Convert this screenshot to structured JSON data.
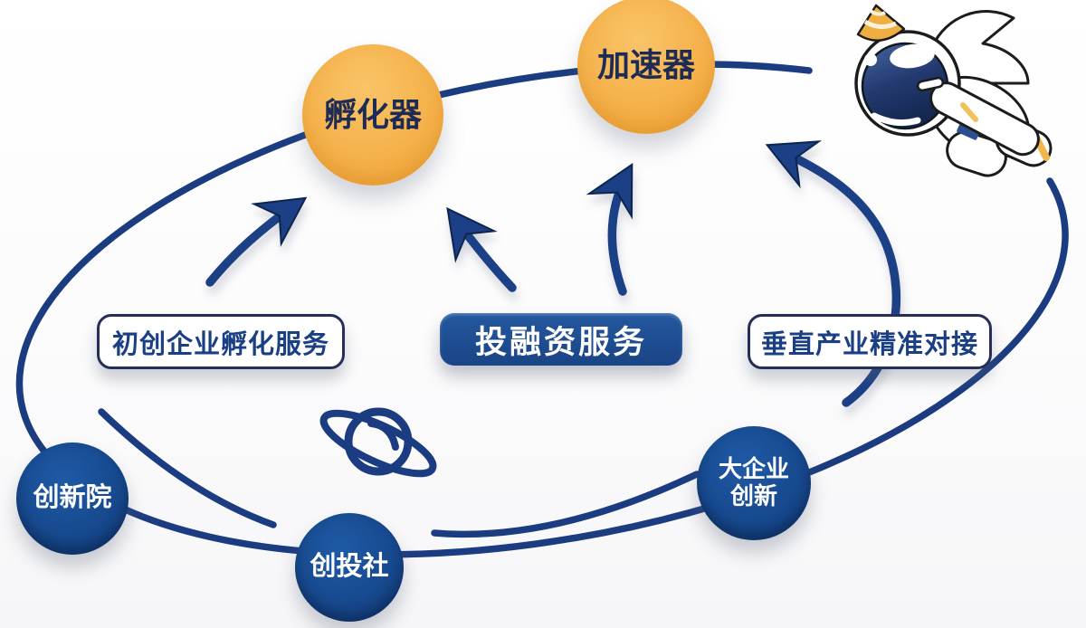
{
  "diagram": {
    "nodes": [
      {
        "id": "incubator",
        "label": "孵化器",
        "type": "orange"
      },
      {
        "id": "accelerator",
        "label": "加速器",
        "type": "orange"
      },
      {
        "id": "innovation-institute",
        "label": "创新院",
        "type": "blue"
      },
      {
        "id": "venture-club",
        "label": "创投社",
        "type": "blue"
      },
      {
        "id": "enterprise-innovation",
        "label": "大企业创新",
        "lines": [
          "大企业",
          "创新"
        ],
        "type": "blue"
      }
    ],
    "service_labels": [
      {
        "id": "incubation",
        "text": "初创企业孵化服务",
        "style": "outline"
      },
      {
        "id": "investment",
        "text": "投融资服务",
        "style": "filled"
      },
      {
        "id": "matching",
        "text": "垂直产业精准对接",
        "style": "outline"
      }
    ],
    "icons": [
      {
        "name": "planet-icon"
      },
      {
        "name": "astronaut-mascot"
      }
    ],
    "colors": {
      "navy_line": "#1b3c80",
      "arrow_fill": "#1d3f85",
      "orange_node": "#f5b14b",
      "blue_node": "#17498e",
      "label_fill_navy": "#1c4d97",
      "text_navy": "#1e2c55",
      "white": "#ffffff",
      "horn_gold": "#efae42"
    }
  }
}
